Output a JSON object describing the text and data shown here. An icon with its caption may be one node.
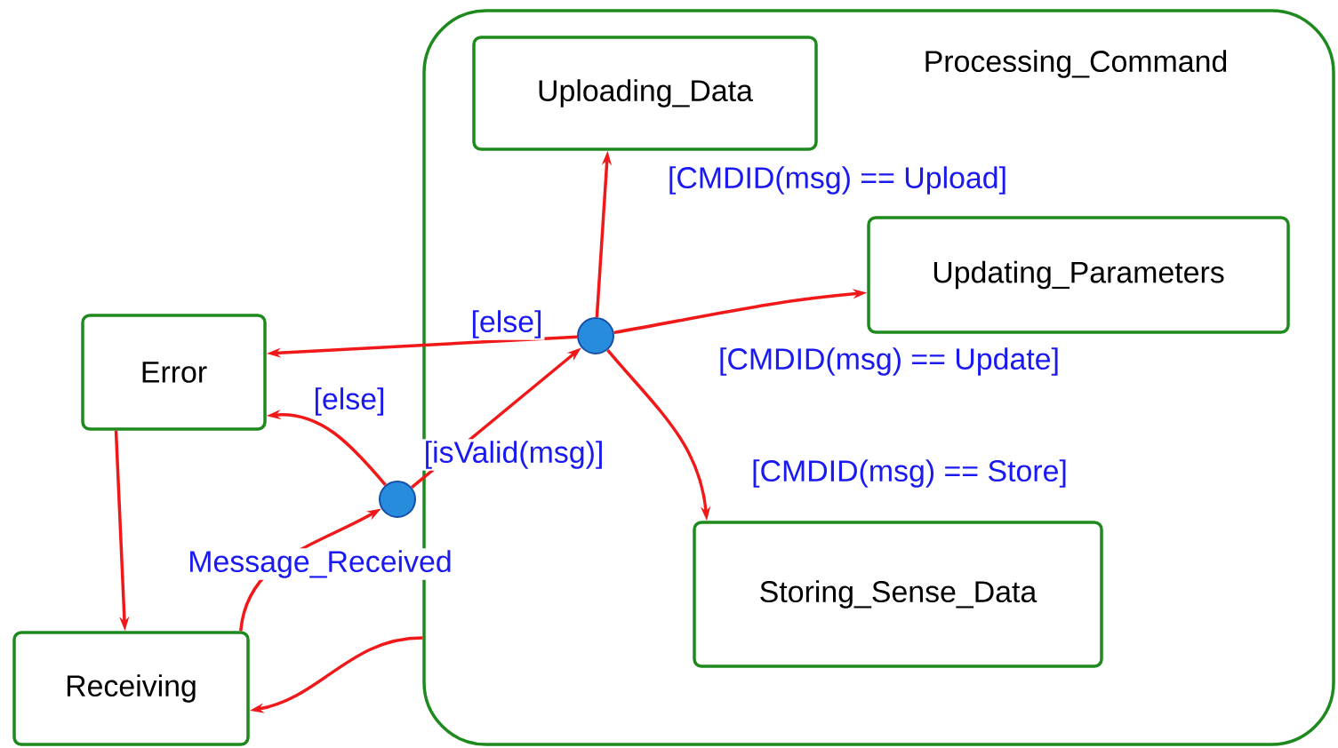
{
  "diagram": {
    "nodes": [
      {
        "text": [
          "Processing_Command"
        ]
      },
      {
        "text": [
          "Uploading_Data"
        ],
        "in": 0
      },
      {
        "text": [
          "Updating_Parameters"
        ],
        "in": 0
      },
      {
        "text": [
          "Error"
        ]
      },
      {
        "text": [
          "Storing_Sense_Data"
        ],
        "in": 0
      },
      {
        "text": [
          "Receiving"
        ]
      },
      {
        "text": [],
        "shape": "circle",
        "in": 0
      },
      {
        "text": [],
        "shape": "circle"
      }
    ],
    "edges": [
      {
        "from": 5,
        "to": 7,
        "arrow": "to",
        "label": "Message_Received"
      },
      {
        "from": 7,
        "to": 3,
        "arrow": "to",
        "label": "[else]"
      },
      {
        "from": 7,
        "to": 6,
        "arrow": "to",
        "label": "[isValid(msg)]"
      },
      {
        "from": 6,
        "to": 1,
        "arrow": "to",
        "label": "[CMDID(msg) == Upload]"
      },
      {
        "from": 6,
        "to": 2,
        "arrow": "to",
        "label": "[CMDID(msg) == Update]"
      },
      {
        "from": 6,
        "to": 4,
        "arrow": "to",
        "label": "[CMDID(msg) == Store]"
      },
      {
        "from": 6,
        "to": 3,
        "arrow": "to",
        "label": "[else]"
      },
      {
        "from": 3,
        "to": 5,
        "arrow": "to"
      },
      {
        "from": 0,
        "to": 5,
        "arrow": "to"
      }
    ]
  }
}
